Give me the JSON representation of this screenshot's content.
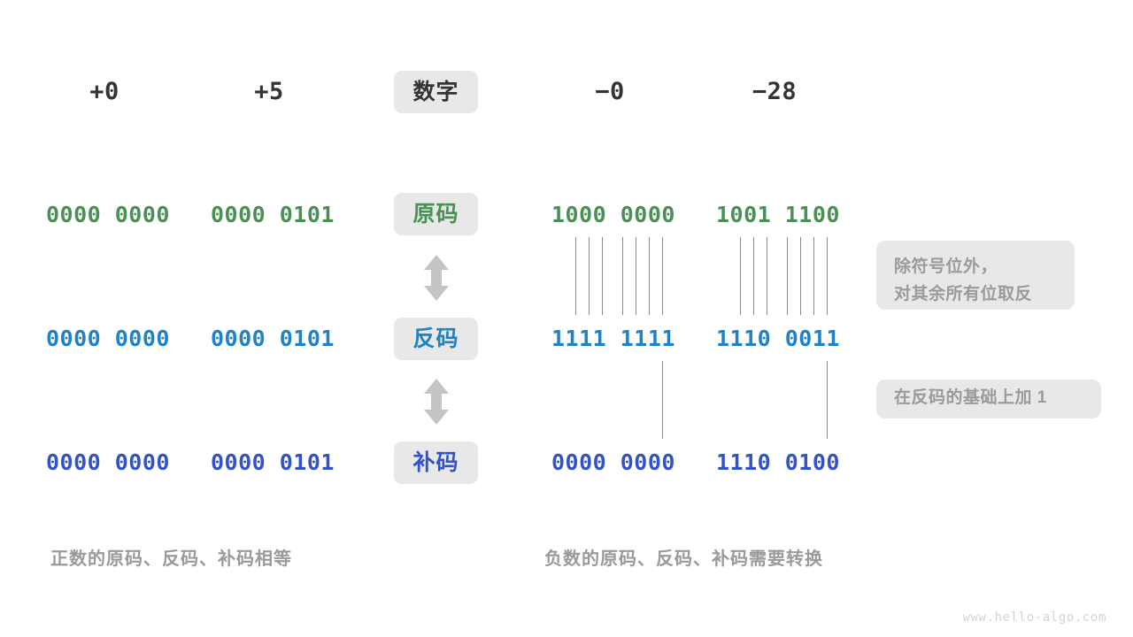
{
  "columns": {
    "headers": [
      "+0",
      "+5",
      "数字",
      "−0",
      "−28"
    ]
  },
  "rows": [
    {
      "label": "原码",
      "color": "#4a9055",
      "cells": [
        "0000 0000",
        "0000 0101",
        "1000 0000",
        "1001 1100"
      ]
    },
    {
      "label": "反码",
      "color": "#1e82c8",
      "cells": [
        "0000 0000",
        "0000 0101",
        "1111 1111",
        "1110 0011"
      ]
    },
    {
      "label": "补码",
      "color": "#3252c8",
      "cells": [
        "0000 0000",
        "0000 0101",
        "0000 0000",
        "1110 0100"
      ]
    }
  ],
  "annotations": {
    "invert": "除符号位外，\n对其余所有位取反",
    "plus_one": "在反码的基础上加 1"
  },
  "captions": {
    "left": "正数的原码、反码、补码相等",
    "right": "负数的原码、反码、补码需要转换"
  },
  "watermark": "www.hello-algo.com",
  "icons": {
    "arrow_up_down": "double-headed-vertical-arrow"
  },
  "theme": {
    "chip_bg": "#e8e8e8",
    "green": "#4a9055",
    "blue": "#1e82c8",
    "navy": "#3252c8",
    "grey_text": "#9a9a9a",
    "tick_line": "#8c8c8c",
    "arrow": "#c4c4c4"
  }
}
